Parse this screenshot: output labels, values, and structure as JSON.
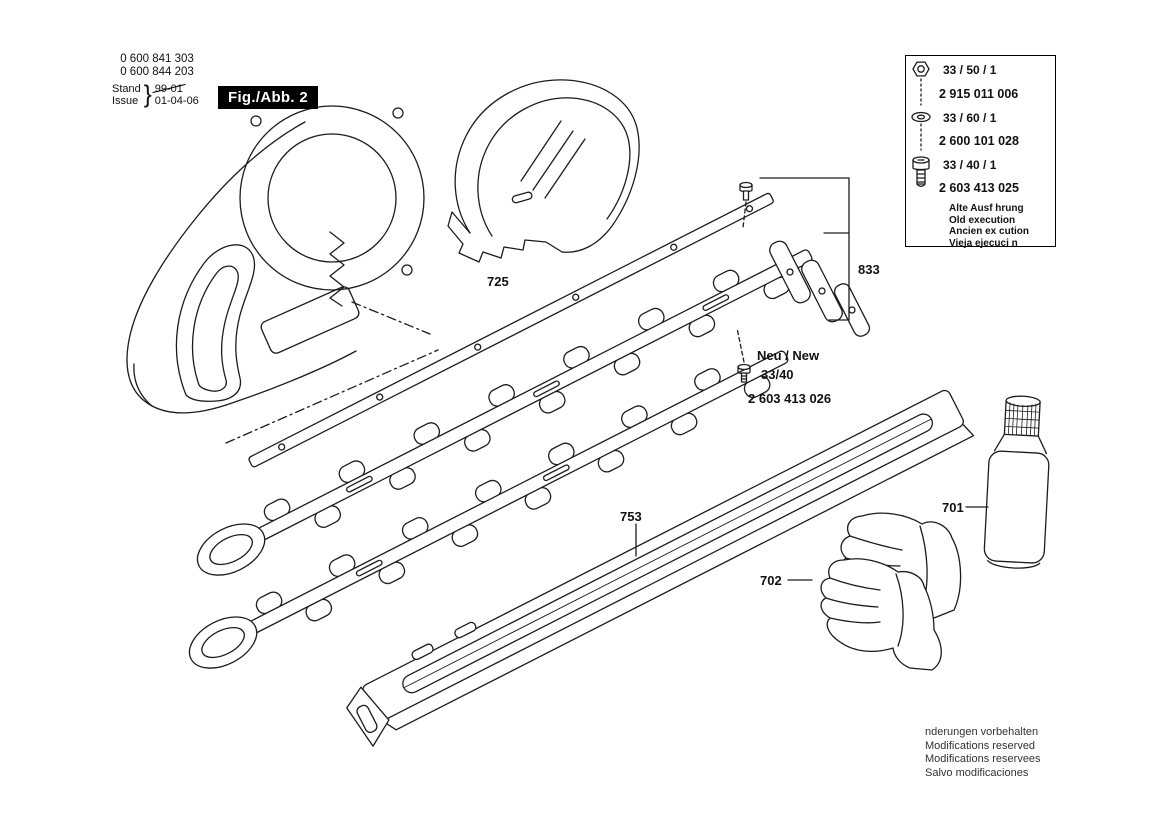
{
  "ink": "#1c1c1c",
  "header": {
    "part_numbers": [
      "0 600 841 303",
      "0 600 844 203"
    ],
    "stand_label": "Stand",
    "issue_label": "Issue",
    "brace": "}",
    "superseded_date": "99-01",
    "issue_date": "01-04-06",
    "figure_label": "Fig./Abb. 2"
  },
  "parts_box": {
    "rows": [
      {
        "icon": "nut-icon",
        "position_ref": "33 / 50 / 1",
        "part_number": "2 915 011 006"
      },
      {
        "icon": "washer-icon",
        "position_ref": "33 / 60 / 1",
        "part_number": "2 600 101 028"
      },
      {
        "icon": "screw-icon",
        "position_ref": "33 / 40 / 1",
        "part_number": "2 603 413 025"
      }
    ],
    "notes": [
      "Alte Ausf hrung",
      "Old execution",
      "Ancien ex cution",
      "Vieja ejecuci n"
    ]
  },
  "callouts": {
    "hand_guard": "725",
    "blade_set": "833",
    "new_label": "Neu / New",
    "new_position_ref": "33/40",
    "new_part_number": "2 603 413 026",
    "blade_sheath": "753",
    "oil_bottle": "701",
    "gloves": "702"
  },
  "footer": {
    "lines": [
      "nderungen vorbehalten",
      "Modifications reserved",
      "Modifications reservees",
      "Salvo modificaciones"
    ]
  }
}
